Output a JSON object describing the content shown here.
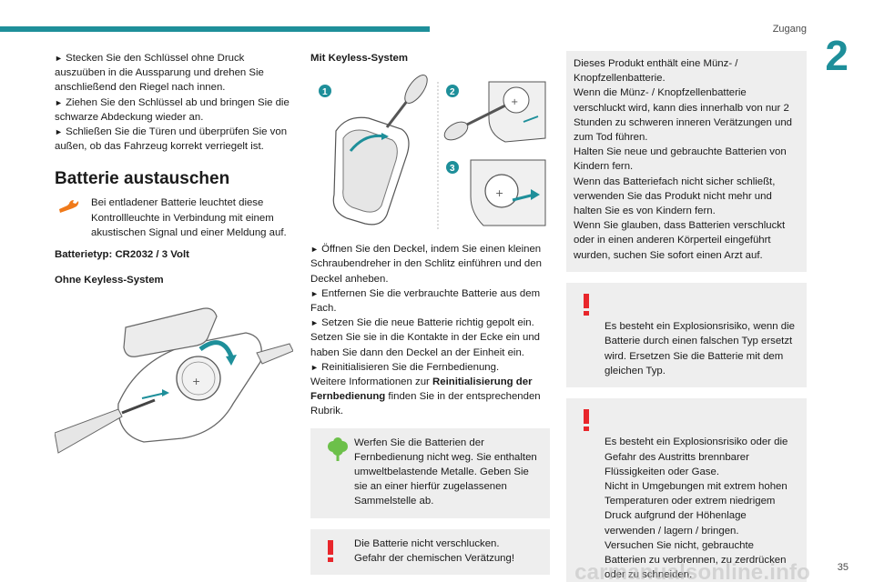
{
  "header": {
    "chapter_title": "Zugang",
    "chapter_number": "2"
  },
  "footer": {
    "page_number": "35",
    "watermark": "carmanualsonline.info"
  },
  "colors": {
    "accent": "#1e8f9a",
    "warning": "#e8262b",
    "eco": "#6cc04a",
    "wrench": "#f07a1a",
    "box": "#eeeeee"
  },
  "col1": {
    "bullet_marker": "►",
    "steps": [
      "Stecken Sie den Schlüssel ohne Druck auszuüben in die Aussparung und drehen Sie anschließend den Riegel nach innen.",
      "Ziehen Sie den Schlüssel ab und bringen Sie die schwarze Abdeckung wieder an.",
      "Schließen Sie die Türen und überprüfen Sie von außen, ob das Fahrzeug korrekt verriegelt ist."
    ],
    "section_title": "Batterie austauschen",
    "warning_light_text": "Bei entladener Batterie leuchtet diese Kontrollleuchte in Verbindung mit einem akustischen Signal und einer Meldung auf.",
    "battery_type": "Batterietyp: CR2032 / 3 Volt",
    "subheading_no_keyless": "Ohne Keyless-System"
  },
  "col2": {
    "subheading_keyless": "Mit Keyless-System",
    "figure_steps": [
      "1",
      "2",
      "3"
    ],
    "steps": [
      "Öffnen Sie den Deckel, indem Sie einen kleinen Schraubendreher in den Schlitz einführen und den Deckel anheben.",
      "Entfernen Sie die verbrauchte Batterie aus dem Fach.",
      "Setzen Sie die neue Batterie richtig gepolt ein. Setzen Sie sie in die Kontakte in der Ecke ein und haben Sie dann den Deckel an der Einheit ein.",
      "Reinitialisieren Sie die Fernbedienung."
    ],
    "more_info_prefix": "Weitere Informationen zur ",
    "more_info_bold": "Reinitialisierung der Fernbedienung",
    "more_info_suffix": " finden Sie in der entsprechenden Rubrik.",
    "eco_note": "Werfen Sie die Batterien der Fernbedienung nicht weg. Sie enthalten umweltbelastende Metalle. Geben Sie sie an einer hierfür zugelassenen Sammelstelle ab.",
    "warn_line1": "Die Batterie nicht verschlucken.",
    "warn_line2": "Gefahr der chemischen Verätzung!"
  },
  "col3": {
    "info_box": "Dieses Produkt enthält eine Münz- / Knopfzellenbatterie.\nWenn die Münz- / Knopfzellenbatterie verschluckt wird, kann dies innerhalb von nur 2 Stunden zu schweren inneren Verätzungen und zum Tod führen.\nHalten Sie neue und gebrauchte Batterien von Kindern fern.\nWenn das Batteriefach nicht sicher schließt, verwenden Sie das Produkt nicht mehr und halten Sie es von Kindern fern.\nWenn Sie glauben, dass Batterien verschluckt oder in einen anderen Körperteil eingeführt wurden, suchen Sie sofort einen Arzt auf.",
    "warn1": "Es besteht ein Explosionsrisiko, wenn die Batterie durch einen falschen Typ ersetzt wird. Ersetzen Sie die Batterie mit dem gleichen Typ.",
    "warn2": "Es besteht ein Explosionsrisiko oder die Gefahr des Austritts brennbarer Flüssigkeiten oder Gase.\nNicht in Umgebungen mit extrem hohen Temperaturen oder extrem niedrigem Druck aufgrund der Höhenlage verwenden / lagern / bringen.\nVersuchen Sie nicht, gebrauchte Batterien zu verbrennen, zu zerdrücken oder zu schneiden."
  }
}
